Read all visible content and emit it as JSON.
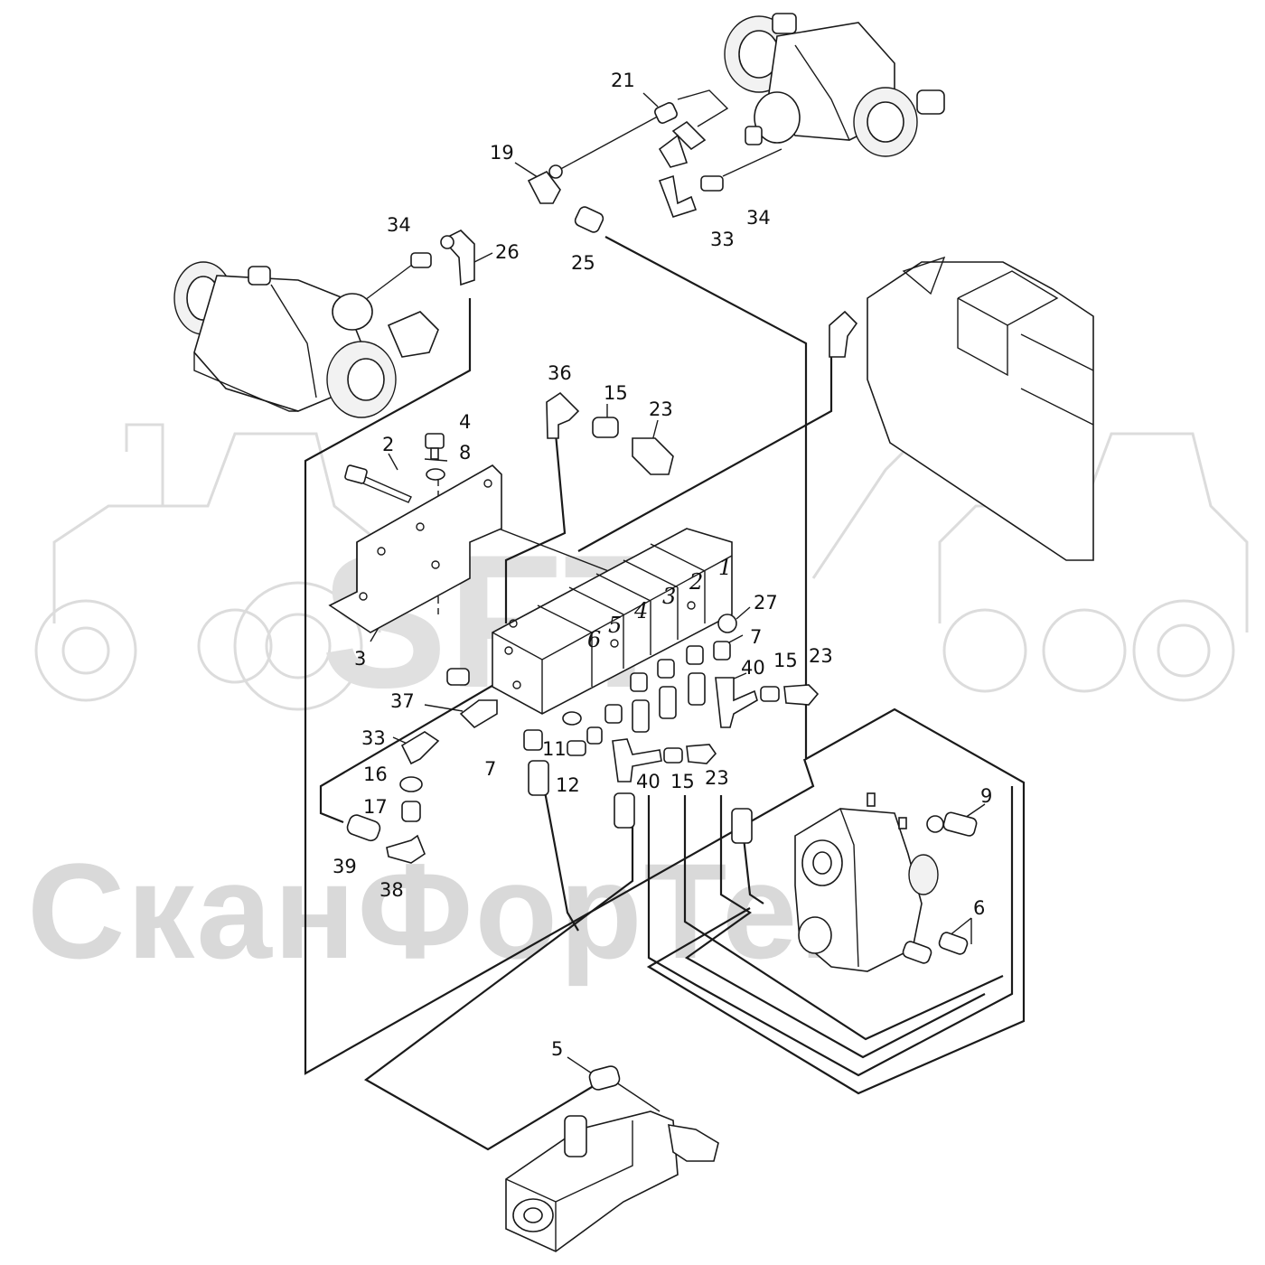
{
  "watermark": {
    "logo_letters": "SFT",
    "brand_text": "СканФорТек"
  },
  "valve_block": {
    "section_numbers": [
      "1",
      "2",
      "3",
      "4",
      "5",
      "6"
    ]
  },
  "callouts": [
    {
      "id": "c21",
      "text": "21"
    },
    {
      "id": "c19",
      "text": "19"
    },
    {
      "id": "c34a",
      "text": "34"
    },
    {
      "id": "c33a",
      "text": "33"
    },
    {
      "id": "c25",
      "text": "25"
    },
    {
      "id": "c34b",
      "text": "34"
    },
    {
      "id": "c26",
      "text": "26"
    },
    {
      "id": "c36",
      "text": "36"
    },
    {
      "id": "c15a",
      "text": "15"
    },
    {
      "id": "c23a",
      "text": "23"
    },
    {
      "id": "c4",
      "text": "4"
    },
    {
      "id": "c2",
      "text": "2"
    },
    {
      "id": "c8",
      "text": "8"
    },
    {
      "id": "c3",
      "text": "3"
    },
    {
      "id": "c27",
      "text": "27"
    },
    {
      "id": "c7a",
      "text": "7"
    },
    {
      "id": "c40a",
      "text": "40"
    },
    {
      "id": "c15b",
      "text": "15"
    },
    {
      "id": "c23b",
      "text": "23"
    },
    {
      "id": "c37",
      "text": "37"
    },
    {
      "id": "c33b",
      "text": "33"
    },
    {
      "id": "c11",
      "text": "11"
    },
    {
      "id": "c7b",
      "text": "7"
    },
    {
      "id": "c12",
      "text": "12"
    },
    {
      "id": "c40b",
      "text": "40"
    },
    {
      "id": "c15c",
      "text": "15"
    },
    {
      "id": "c23c",
      "text": "23"
    },
    {
      "id": "c16",
      "text": "16"
    },
    {
      "id": "c17",
      "text": "17"
    },
    {
      "id": "c39",
      "text": "39"
    },
    {
      "id": "c38",
      "text": "38"
    },
    {
      "id": "c9",
      "text": "9"
    },
    {
      "id": "c6",
      "text": "6"
    },
    {
      "id": "c5",
      "text": "5"
    }
  ]
}
